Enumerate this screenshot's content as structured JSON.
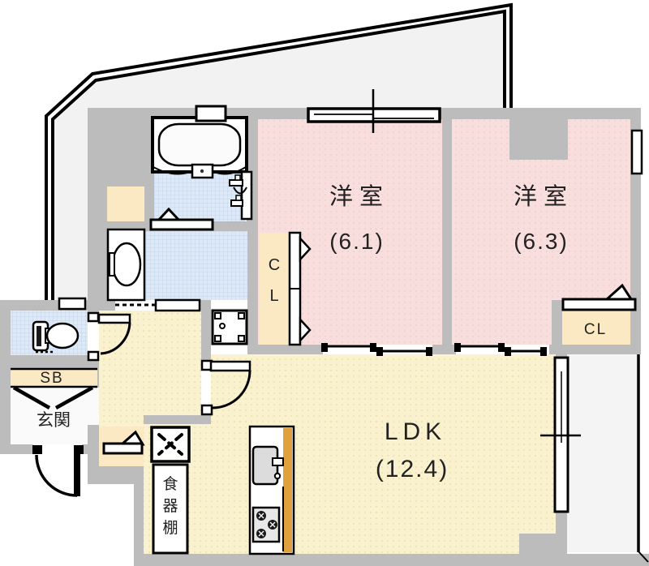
{
  "plan": {
    "rooms": [
      {
        "name": "洋室",
        "size": "(6.1)"
      },
      {
        "name": "洋室",
        "size": "(6.3)"
      },
      {
        "name": "LDK",
        "size": "(12.4)"
      }
    ],
    "labels": {
      "closet61_line1": "C",
      "closet61_line2": "L",
      "closet63": "CL",
      "shoe_box": "SB",
      "entrance": "玄関",
      "dish_cabinet": "食器棚",
      "dish_cabinet_chars": [
        "食",
        "器",
        "棚"
      ]
    },
    "colors": {
      "wall": "#bcbcbc",
      "bedroom_floor": "#f9dede",
      "wood_floor": "#faf2cf",
      "tile_floor": "#dde9f6",
      "closet_fill": "#fbe9c4",
      "counter_edge": "#dfa03d",
      "outside_area": "#f2f2f2",
      "balcony": "#f4f4f4",
      "entrance_floor": "#fafafa",
      "line": "#000000"
    }
  }
}
